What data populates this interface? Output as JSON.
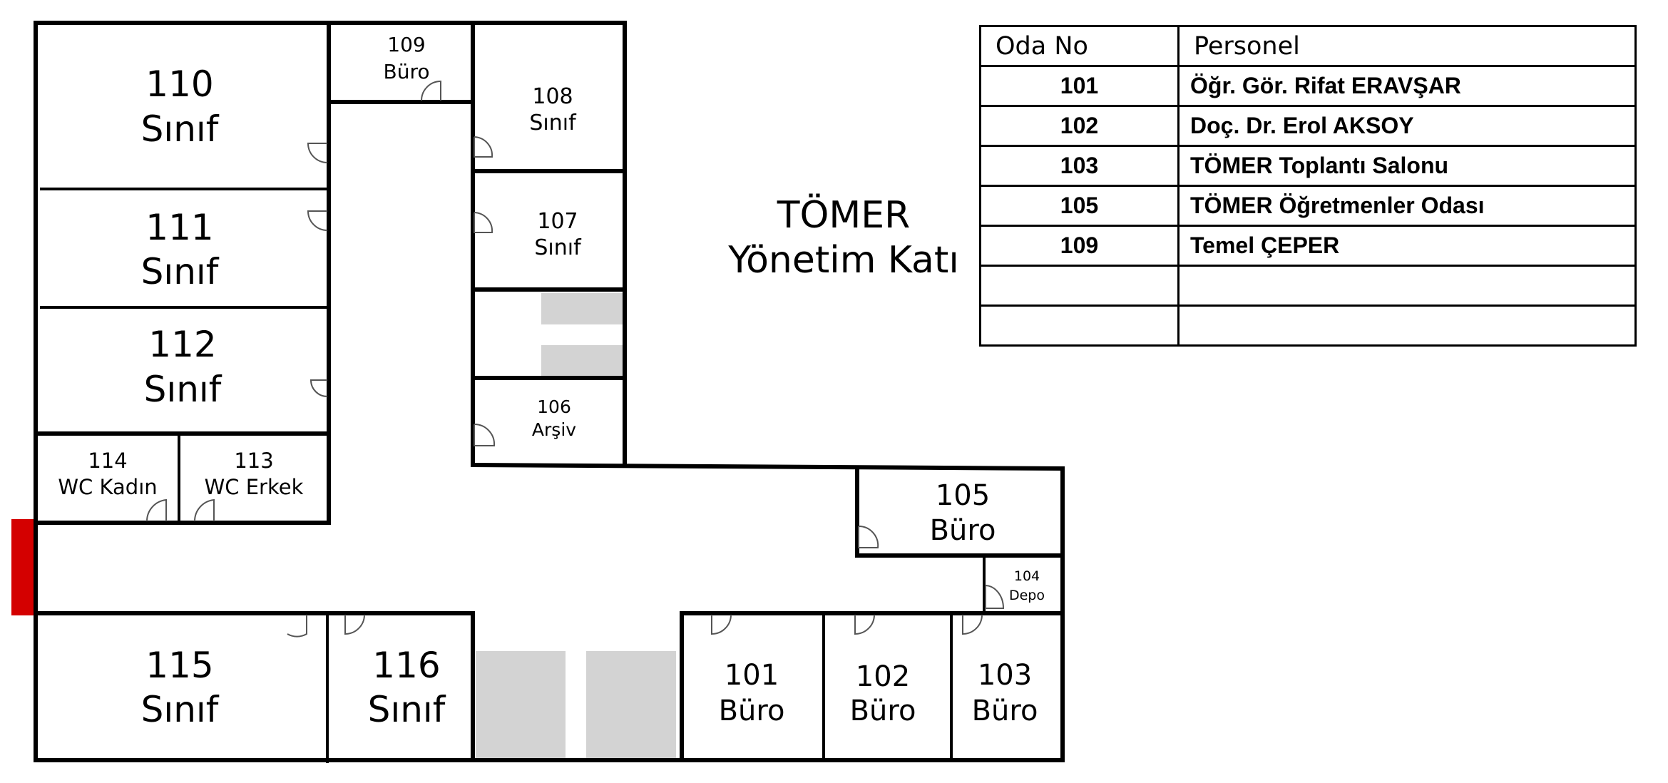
{
  "title": {
    "line1": "TÖMER",
    "line2": "Yönetim Katı"
  },
  "rooms": [
    {
      "id": "110",
      "no": "110",
      "type": "Sınıf"
    },
    {
      "id": "111",
      "no": "111",
      "type": "Sınıf"
    },
    {
      "id": "112",
      "no": "112",
      "type": "Sınıf"
    },
    {
      "id": "114",
      "no": "114",
      "type": "WC Kadın"
    },
    {
      "id": "113",
      "no": "113",
      "type": "WC Erkek"
    },
    {
      "id": "109",
      "no": "109",
      "type": "Büro"
    },
    {
      "id": "108",
      "no": "108",
      "type": "Sınıf"
    },
    {
      "id": "107",
      "no": "107",
      "type": "Sınıf"
    },
    {
      "id": "106",
      "no": "106",
      "type": "Arşiv"
    },
    {
      "id": "105",
      "no": "105",
      "type": "Büro"
    },
    {
      "id": "104",
      "no": "104",
      "type": "Depo"
    },
    {
      "id": "115",
      "no": "115",
      "type": "Sınıf"
    },
    {
      "id": "116",
      "no": "116",
      "type": "Sınıf"
    },
    {
      "id": "101",
      "no": "101",
      "type": "Büro"
    },
    {
      "id": "102",
      "no": "102",
      "type": "Büro"
    },
    {
      "id": "103",
      "no": "103",
      "type": "Büro"
    }
  ],
  "legend": {
    "headers": [
      "Oda No",
      "Personel"
    ],
    "rows": [
      {
        "no": "101",
        "person": "Öğr. Gör. Rifat ERAVŞAR"
      },
      {
        "no": "102",
        "person": "Doç. Dr. Erol AKSOY"
      },
      {
        "no": "103",
        "person": "TÖMER Toplantı Salonu"
      },
      {
        "no": "105",
        "person": "TÖMER Öğretmenler Odası"
      },
      {
        "no": "109",
        "person": "Temel ÇEPER"
      },
      {
        "no": "",
        "person": ""
      },
      {
        "no": "",
        "person": ""
      }
    ]
  },
  "colors": {
    "wall": "#000000",
    "stairs": "#d3d3d3",
    "exit_marker": "#d40000",
    "background": "#ffffff"
  }
}
